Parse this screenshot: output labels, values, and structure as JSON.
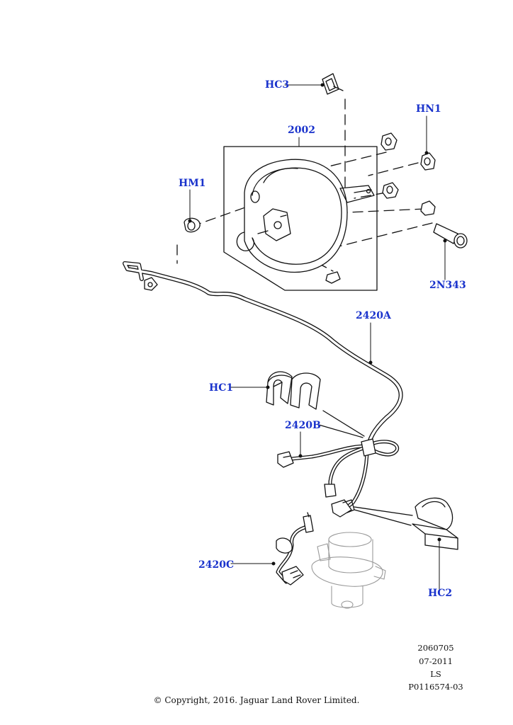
{
  "callouts": {
    "hc3": "HC3",
    "hn1": "HN1",
    "p2002": "2002",
    "hm1": "HM1",
    "p2n343": "2N343",
    "p2420a": "2420A",
    "hc1": "HC1",
    "p2420b": "2420B",
    "p2420c": "2420C",
    "hc2": "HC2"
  },
  "footer": {
    "code1": "2060705",
    "date": "07-2011",
    "code2": "LS",
    "ref": "P0116574-03",
    "copyright": "© Copyright, 2016. Jaguar Land Rover Limited."
  },
  "colors": {
    "callout_text": "#1a33cc",
    "line_art": "#111111",
    "ghost_part": "#9a9a9a"
  }
}
